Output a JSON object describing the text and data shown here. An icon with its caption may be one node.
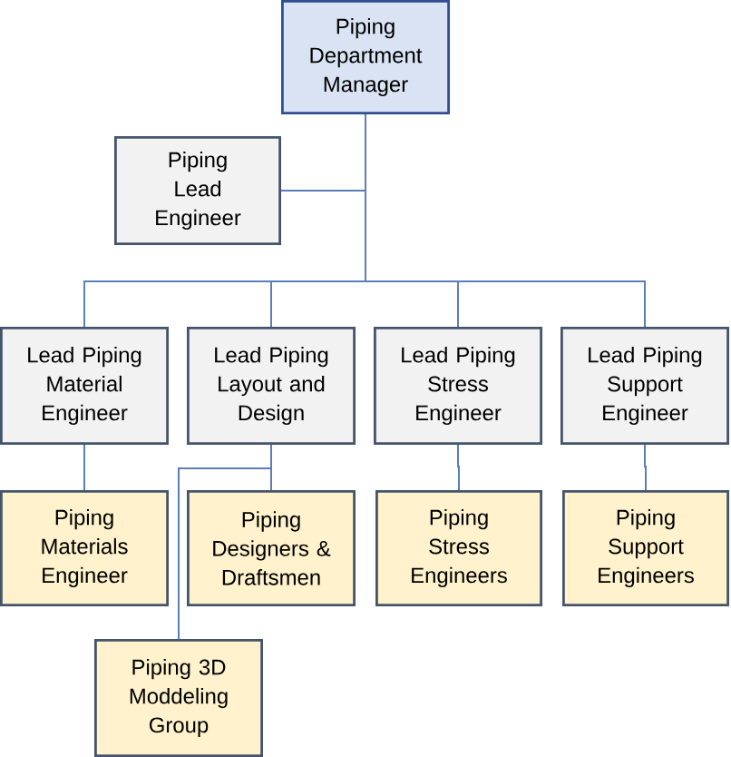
{
  "diagram": {
    "nodes": [
      {
        "text": [
          "Piping Department Manager"
        ]
      },
      {
        "text": [
          "Piping Lead Engineer"
        ]
      },
      {
        "text": [
          "Lead Piping Material Engineer"
        ]
      },
      {
        "text": [
          "Lead Piping Layout and Design"
        ]
      },
      {
        "text": [
          "Lead Piping Stress Engineer"
        ]
      },
      {
        "text": [
          "Lead Piping Support Engineer"
        ]
      },
      {
        "text": [
          "Piping Materials Engineer"
        ]
      },
      {
        "text": [
          "Piping Designers & Draftsmen"
        ]
      },
      {
        "text": [
          "Piping Stress Engineers"
        ]
      },
      {
        "text": [
          "Piping Support Engineers"
        ]
      },
      {
        "text": [
          "Piping 3D Moddeling Group"
        ]
      }
    ],
    "edges": [
      {
        "from": 0,
        "to": 1,
        "arrow": "none"
      },
      {
        "from": 0,
        "to": 2,
        "arrow": "none"
      },
      {
        "from": 0,
        "to": 3,
        "arrow": "none"
      },
      {
        "from": 0,
        "to": 4,
        "arrow": "none"
      },
      {
        "from": 0,
        "to": 5,
        "arrow": "none"
      },
      {
        "from": 2,
        "to": 6,
        "arrow": "none"
      },
      {
        "from": 3,
        "to": 7,
        "arrow": "none"
      },
      {
        "from": 3,
        "to": 10,
        "arrow": "none"
      },
      {
        "from": 4,
        "to": 8,
        "arrow": "none"
      },
      {
        "from": 5,
        "to": 9,
        "arrow": "none"
      }
    ]
  }
}
